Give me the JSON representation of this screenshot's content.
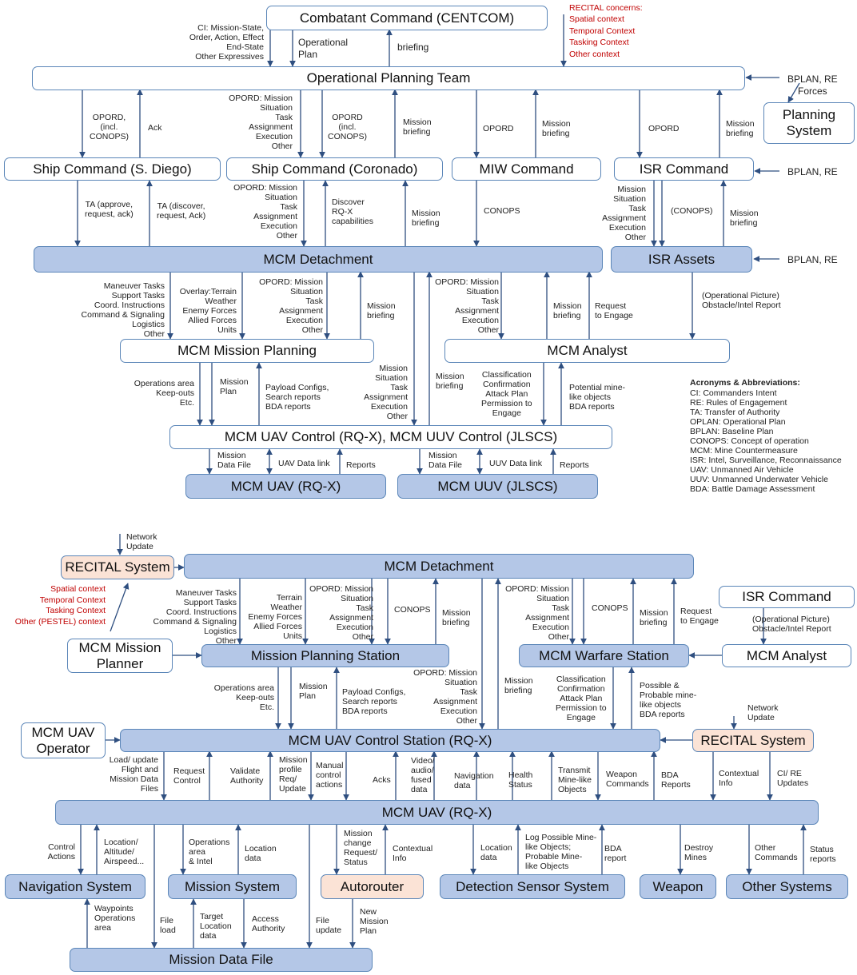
{
  "top": {
    "boxes": {
      "centcom": "Combatant Command (CENTCOM)",
      "opt": "Operational Planning Team",
      "planning": "Planning\nSystem",
      "ship_sd": "Ship Command (S. Diego)",
      "ship_co": "Ship Command (Coronado)",
      "miw": "MIW Command",
      "isr_cmd": "ISR Command",
      "mcm_det": "MCM Detachment",
      "isr_assets": "ISR Assets",
      "mission_planning": "MCM Mission Planning",
      "analyst": "MCM Analyst",
      "control": "MCM UAV Control (RQ-X), MCM UUV Control (JLSCS)",
      "uav": "MCM UAV (RQ-X)",
      "uuv": "MCM UUV (JLSCS)"
    },
    "labels": {
      "ci": "CI: Mission-State,\nOrder, Action, Effect\nEnd-State\nOther Expressives",
      "op_plan": "Operational\nPlan",
      "briefing": "briefing",
      "recital_title": "RECITAL concerns:",
      "recital_items": "Spatial context\nTemporal Context\nTasking Context\nOther context",
      "bplan_re_forces": "BPLAN, RE\nForces",
      "opord_conops": "OPORD,\n(incl.\nCONOPS)",
      "ack": "Ack",
      "opord_list": "OPORD: Mission\nSituation\nTask\nAssignment\nExecution\nOther",
      "opord_incl": "OPORD\n(incl.\nCONOPS)",
      "mission_briefing": "Mission\nbriefing",
      "opord": "OPORD",
      "bplan_re": "BPLAN, RE",
      "ta_approve": "TA (approve,\nrequest, ack)",
      "ta_discover": "TA (discover,\nrequest, Ack)",
      "discover_rqx": "Discover\nRQ-X\ncapabilities",
      "conops": "CONOPS",
      "conops_paren": "(CONOPS)",
      "mission_list": "Mission\nSituation\nTask\nAssignment\nExecution\nOther",
      "maneuver": "Maneuver Tasks\nSupport Tasks\nCoord. Instructions\nCommand & Signaling\nLogistics\nOther",
      "overlay": "Overlay:Terrain\nWeather\nEnemy Forces\nAllied Forces\nUnits",
      "request_engage": "Request\nto Engage",
      "op_picture": "(Operational Picture)\nObstacle/Intel Report",
      "ops_area": "Operations area\nKeep-outs\nEtc.",
      "mission_plan": "Mission\nPlan",
      "payload": "Payload Configs,\nSearch reports\nBDA reports",
      "classification": "Classification\nConfirmation\nAttack Plan\nPermission to\nEngage",
      "potential_mine": "Potential mine-\nlike objects\nBDA reports",
      "mission_data_file": "Mission\nData File",
      "uav_datalink": "UAV Data link",
      "uuv_datalink": "UUV Data link",
      "reports": "Reports",
      "acr_title": "Acronyms & Abbreviations:",
      "acr_list": "CI: Commanders Intent\nRE: Rules of Engagement\nTA: Transfer of Authority\nOPLAN: Operational Plan\nBPLAN: Baseline Plan\nCONOPS: Concept of operation\nMCM: Mine Countermeasure\nISR: Intel, Surveillance, Reconnaissance\nUAV: Unmanned Air Vehicle\nUUV: Unmanned Underwater Vehicle\nBDA: Battle Damage Assessment"
    }
  },
  "bottom": {
    "boxes": {
      "recital1": "RECITAL System",
      "mcm_det": "MCM Detachment",
      "isr_cmd": "ISR Command",
      "mission_planner": "MCM Mission\nPlanner",
      "mps": "Mission Planning Station",
      "mws": "MCM Warfare Station",
      "analyst": "MCM Analyst",
      "uav_operator": "MCM UAV\nOperator",
      "ucs": "MCM UAV Control Station (RQ-X)",
      "recital2": "RECITAL System",
      "uav": "MCM UAV (RQ-X)",
      "nav": "Navigation System",
      "mission_sys": "Mission System",
      "autorouter": "Autorouter",
      "detection": "Detection Sensor System",
      "weapon": "Weapon",
      "other_sys": "Other Systems",
      "mdf": "Mission Data File"
    },
    "labels": {
      "network_update": "Network\nUpdate",
      "pestel": "Spatial context\nTemporal Context\nTasking Context\nOther (PESTEL) context",
      "maneuver": "Maneuver Tasks\nSupport Tasks\nCoord. Instructions\nCommand & Signaling\nLogistics\nOther",
      "terrain": "Terrain\nWeather\nEnemy Forces\nAllied Forces\nUnits",
      "opord_list": "OPORD: Mission\nSituation\nTask\nAssignment\nExecution\nOther",
      "conops": "CONOPS",
      "mission_briefing": "Mission\nbriefing",
      "request_engage": "Request\nto Engage",
      "op_picture": "(Operational Picture)\nObstacle/Intel Report",
      "ops_area": "Operations area\nKeep-outs\nEtc.",
      "mission_plan": "Mission\nPlan",
      "payload": "Payload Configs,\nSearch reports\nBDA reports",
      "classification": "Classification\nConfirmation\nAttack Plan\nPermission to\nEngage",
      "possible_mine": "Possible &\nProbable mine-\nlike objects\nBDA reports",
      "load_update": "Load/ update\nFlight and\nMission Data\nFiles",
      "request_control": "Request\nControl",
      "validate": "Validate\nAuthority",
      "mission_profile": "Mission\nprofile\nReq/\nUpdate",
      "manual": "Manual\ncontrol\nactions",
      "acks": "Acks",
      "video": "Video/\naudio/\nfused\ndata",
      "nav_data": "Navigation\ndata",
      "health": "Health\nStatus",
      "transmit": "Transmit\nMine-like\nObjects",
      "weapon_cmds": "Weapon\nCommands",
      "bda_reports": "BDA\nReports",
      "contextual_info": "Contextual\nInfo",
      "ci_re": "CI/ RE\nUpdates",
      "control_actions": "Control\nActions",
      "location_alt": "Location/\nAltitude/\nAirspeed...",
      "ops_area_intel": "Operations\narea\n& Intel",
      "location_data": "Location\ndata",
      "mission_change": "Mission\nchange\nRequest/\nStatus",
      "contextual_info2": "Contextual\nInfo",
      "log_possible": "Log Possible Mine-\nlike Objects;\nProbable Mine-\nlike Objects",
      "bda_report": "BDA\nreport",
      "destroy": "Destroy\nMines",
      "other_cmds": "Other\nCommands",
      "status_reports": "Status\nreports",
      "waypoints": "Waypoints\nOperations\narea",
      "file_load": "File\nload",
      "target_loc": "Target\nLocation\ndata",
      "access_auth": "Access\nAuthority",
      "file_update": "File\nupdate",
      "new_mission": "New\nMission\nPlan"
    }
  }
}
